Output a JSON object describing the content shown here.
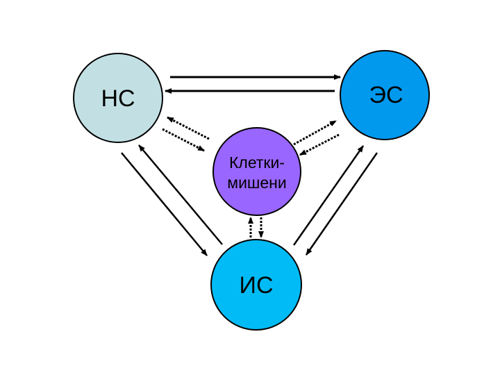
{
  "nodes": {
    "ns": {
      "label": "НС",
      "color": "#c2e0e4"
    },
    "es": {
      "label": "ЭС",
      "color": "#0099ee"
    },
    "target": {
      "label_line1": "Клетки-",
      "label_line2": "мишени",
      "color": "#9966ff"
    },
    "is": {
      "label": "ИС",
      "color": "#00bbf5"
    }
  },
  "colors": {
    "stroke": "#000000",
    "arrow": "#000000"
  }
}
